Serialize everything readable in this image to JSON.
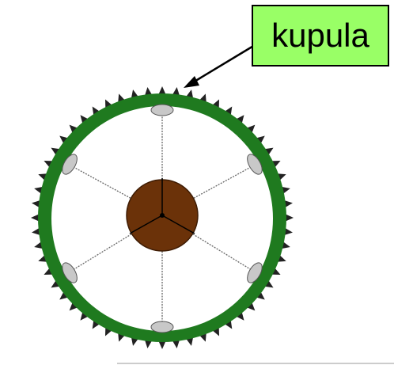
{
  "label": {
    "text": "kupula"
  },
  "colors": {
    "ring": "#1f7a1f",
    "hub": "#6b3209",
    "spokes": "#666666",
    "label_bg": "#99ff66",
    "pods": "#c8c8c8",
    "teeth": "#222222"
  },
  "wheel": {
    "spoke_count": 6,
    "pod_count": 6
  }
}
